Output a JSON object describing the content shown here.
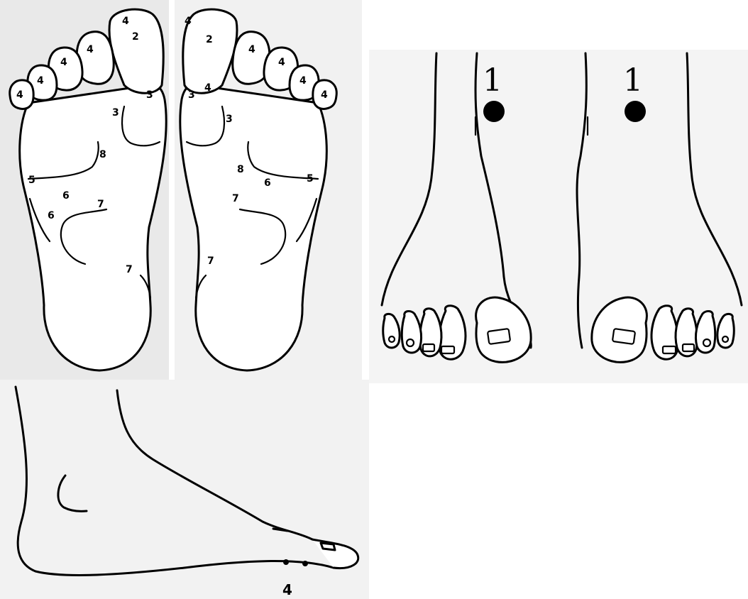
{
  "soles": {
    "left_foot_labels": [
      "4",
      "2",
      "4",
      "4",
      "4",
      "4",
      "3",
      "3",
      "8",
      "5",
      "6",
      "7",
      "6",
      "7"
    ],
    "right_foot_labels": [
      "4",
      "2",
      "3",
      "4",
      "4",
      "4",
      "4",
      "4",
      "3",
      "8",
      "6",
      "5",
      "7",
      "7"
    ]
  },
  "tops": {
    "left_point_label": "1",
    "right_point_label": "1"
  },
  "side": {
    "point_label": "4"
  }
}
